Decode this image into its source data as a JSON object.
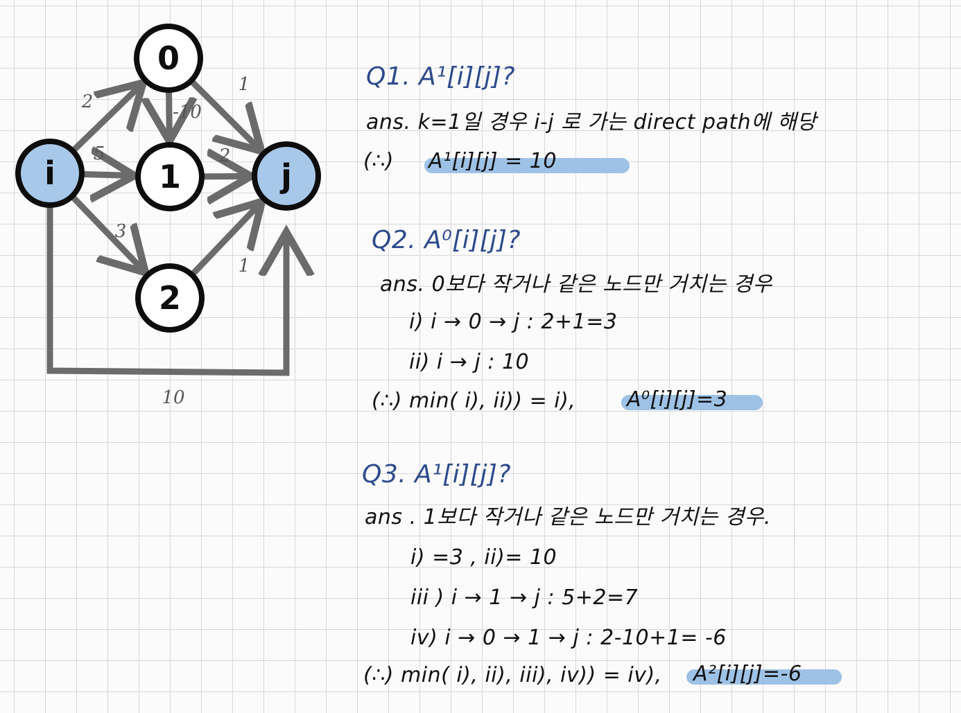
{
  "graph": {
    "nodes": [
      {
        "id": "0",
        "label": "0",
        "highlighted": false
      },
      {
        "id": "i",
        "label": "i",
        "highlighted": true
      },
      {
        "id": "1",
        "label": "1",
        "highlighted": false
      },
      {
        "id": "j",
        "label": "j",
        "highlighted": true
      },
      {
        "id": "2",
        "label": "2",
        "highlighted": false
      }
    ],
    "edges": [
      {
        "from": "i",
        "to": "0",
        "weight": "2"
      },
      {
        "from": "0",
        "to": "1",
        "weight": "-10"
      },
      {
        "from": "0",
        "to": "j",
        "weight": "1"
      },
      {
        "from": "i",
        "to": "1",
        "weight": "5"
      },
      {
        "from": "1",
        "to": "j",
        "weight": "2"
      },
      {
        "from": "i",
        "to": "2",
        "weight": "3"
      },
      {
        "from": "2",
        "to": "j",
        "weight": "1"
      },
      {
        "from": "i",
        "to": "j",
        "weight": "10"
      }
    ],
    "colors": {
      "node_fill_highlight": "#a8c8ea",
      "node_fill": "#ffffff",
      "edge": "#6b6b6b"
    }
  },
  "notes": {
    "q1": {
      "title": "Q1. A¹[i][j]?",
      "ans": "ans. k=1일 경우 i-j 로 가는 direct path에 해당",
      "result_prefix": "(∴)",
      "result": "A¹[i][j] = 10"
    },
    "q2": {
      "title": "Q2. A⁰[i][j]?",
      "ans": "ans. 0보다 작거나 같은 노드만 거치는 경우",
      "case1": "i) i → 0 → j : 2+1=3",
      "case2": "ii) i → j : 10",
      "result_prefix": "(∴) min( i), ii)) = i),",
      "result": "A⁰[i][j]=3"
    },
    "q3": {
      "title": "Q3. A¹[i][j]?",
      "ans": "ans . 1보다 작거나 같은 노드만 거치는 경우.",
      "case1": "i) =3 , ii)= 10",
      "case2": "iii ) i → 1 → j : 5+2=7",
      "case3": "iv) i → 0 → 1 → j : 2-10+1= -6",
      "result_prefix": "(∴) min( i), ii), iii), iv)) = iv),",
      "result": "A²[i][j]=-6"
    },
    "highlight_color": "#9ec2e6",
    "question_color": "#2c4a8c"
  }
}
